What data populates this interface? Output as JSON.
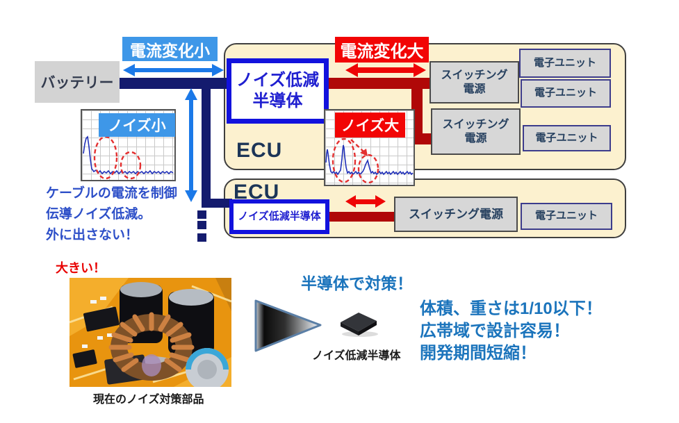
{
  "colors": {
    "navy_cable": "#141B6E",
    "blue_arrow": "#1B79E8",
    "blue_label_bg": "#3E97E8",
    "red_label_bg": "#F20505",
    "dark_red_cable": "#B00808",
    "panel_cream": "#FCF1CF",
    "box_gray": "#D7D7D7",
    "blue_box_border": "#1212DD",
    "note_blue": "#2D4FC8",
    "benefit_blue": "#1B74BC"
  },
  "top": {
    "battery_label": "バッテリー",
    "current_change_small": "電流変化小",
    "current_change_large": "電流変化大",
    "noise_small": "ノイズ小",
    "noise_large": "ノイズ大",
    "ecu_panel1_label": "ECU",
    "ecu_panel2_label": "ECU",
    "noise_semiconductor": {
      "line1": "ノイズ低減",
      "line2": "半導体"
    },
    "noise_semiconductor_small": "ノイズ低減半導体",
    "switching_power_1": {
      "line1": "スイッチング",
      "line2": "電源"
    },
    "switching_power_2": {
      "line1": "スイッチング",
      "line2": "電源"
    },
    "switching_power_3": "スイッチング電源",
    "electronic_units": [
      "電子ユニット",
      "電子ユニット",
      "電子ユニット",
      "電子ユニット"
    ],
    "cable_note": {
      "line1": "ケーブルの電流を制御",
      "line2": "伝導ノイズ低減。",
      "line3": "外に出さない！"
    }
  },
  "bottom": {
    "size_label": "大きい！",
    "photo_caption": "現在のノイズ対策部品",
    "solution_title": "半導体で対策！",
    "chip_caption": "ノイズ低減半導体",
    "benefits": {
      "line1": "体積、重さは1/10以下！",
      "line2": "広帯域で設計容易！",
      "line3": "開発期間短縮！"
    }
  }
}
